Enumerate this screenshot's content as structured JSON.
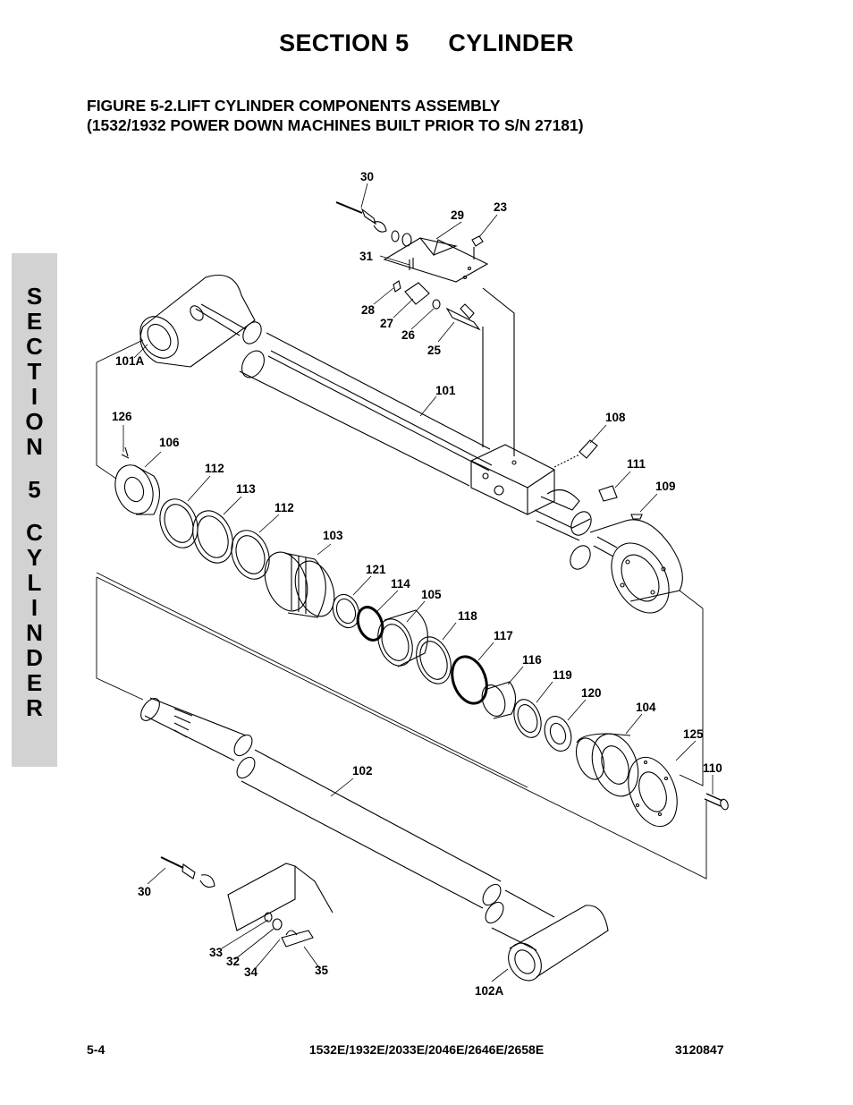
{
  "section": {
    "number_label": "SECTION 5",
    "name": "CYLINDER"
  },
  "figure": {
    "title_line1": "FIGURE 5-2.LIFT CYLINDER COMPONENTS ASSEMBLY",
    "title_line2": "(1532/1932 POWER DOWN MACHINES BUILT PRIOR TO S/N 27181)"
  },
  "side_tab": {
    "word1": [
      "S",
      "E",
      "C",
      "T",
      "I",
      "O",
      "N"
    ],
    "word2": [
      "5"
    ],
    "word3": [
      "C",
      "Y",
      "L",
      "I",
      "N",
      "D",
      "E",
      "R"
    ]
  },
  "callouts": {
    "c30_top": "30",
    "c29": "29",
    "c23": "23",
    "c31": "31",
    "c28": "28",
    "c27": "27",
    "c26": "26",
    "c25": "25",
    "c101A": "101A",
    "c101": "101",
    "c126": "126",
    "c106": "106",
    "c112a": "112",
    "c113": "113",
    "c112b": "112",
    "c103": "103",
    "c121": "121",
    "c114": "114",
    "c105": "105",
    "c118": "118",
    "c117": "117",
    "c116": "116",
    "c119": "119",
    "c120": "120",
    "c104": "104",
    "c125": "125",
    "c110": "110",
    "c108": "108",
    "c111": "111",
    "c109": "109",
    "c102": "102",
    "c30_bot": "30",
    "c33": "33",
    "c32": "32",
    "c34": "34",
    "c35": "35",
    "c102A": "102A"
  },
  "footer": {
    "page": "5-4",
    "models": "1532E/1932E/2033E/2046E/2646E/2658E",
    "doc_number": "3120847"
  }
}
